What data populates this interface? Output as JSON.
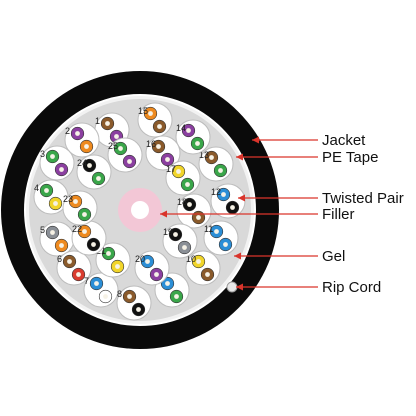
{
  "diagram": {
    "callouts": [
      {
        "id": "jacket",
        "label": "Jacket"
      },
      {
        "id": "pe-tape",
        "label": "PE Tape"
      },
      {
        "id": "twisted-pair",
        "label": "Twisted Pair"
      },
      {
        "id": "filler",
        "label": "Filler"
      },
      {
        "id": "gel",
        "label": "Gel"
      },
      {
        "id": "rip-cord",
        "label": "Rip Cord"
      }
    ],
    "colors": {
      "jacket": "#0a0a0a",
      "tape": "#f2f2f2",
      "gel": "#d9d9d9",
      "filler": "#f3c7d6",
      "callout_line": "#d9342b",
      "wires": {
        "blue": "#2b8ed6",
        "orange": "#ee8a1f",
        "green": "#3aa64a",
        "brown": "#8a5a2b",
        "slate": "#8a8f96",
        "white": "#ffffff",
        "red": "#d93c2f",
        "black": "#111111",
        "yellow": "#f1d52a",
        "violet": "#8b3fa0"
      }
    },
    "pairs": [
      {
        "n": "1",
        "colors": [
          "brown",
          "violet"
        ]
      },
      {
        "n": "2",
        "colors": [
          "violet",
          "orange"
        ]
      },
      {
        "n": "3",
        "colors": [
          "green",
          "violet"
        ]
      },
      {
        "n": "4",
        "colors": [
          "green",
          "yellow"
        ]
      },
      {
        "n": "5",
        "colors": [
          "slate",
          "orange"
        ]
      },
      {
        "n": "6",
        "colors": [
          "brown",
          "red"
        ]
      },
      {
        "n": "7",
        "colors": [
          "blue",
          "white"
        ]
      },
      {
        "n": "8",
        "colors": [
          "brown",
          "black"
        ]
      },
      {
        "n": "9",
        "colors": [
          "blue",
          "green"
        ]
      },
      {
        "n": "10",
        "colors": [
          "yellow",
          "brown"
        ]
      },
      {
        "n": "11",
        "colors": [
          "blue",
          "blue"
        ]
      },
      {
        "n": "12",
        "colors": [
          "blue",
          "black"
        ]
      },
      {
        "n": "13",
        "colors": [
          "brown",
          "green"
        ]
      },
      {
        "n": "14",
        "colors": [
          "violet",
          "green"
        ]
      },
      {
        "n": "15",
        "colors": [
          "orange",
          "brown"
        ]
      },
      {
        "n": "16",
        "colors": [
          "brown",
          "violet"
        ]
      },
      {
        "n": "17",
        "colors": [
          "yellow",
          "green"
        ]
      },
      {
        "n": "18",
        "colors": [
          "black",
          "brown"
        ]
      },
      {
        "n": "19",
        "colors": [
          "black",
          "slate"
        ]
      },
      {
        "n": "20",
        "colors": [
          "blue",
          "violet"
        ]
      },
      {
        "n": "21",
        "colors": [
          "green",
          "yellow"
        ]
      },
      {
        "n": "22",
        "colors": [
          "orange",
          "black"
        ]
      },
      {
        "n": "23",
        "colors": [
          "orange",
          "green"
        ]
      },
      {
        "n": "24",
        "colors": [
          "black",
          "green"
        ]
      },
      {
        "n": "25",
        "colors": [
          "green",
          "violet"
        ]
      }
    ]
  }
}
